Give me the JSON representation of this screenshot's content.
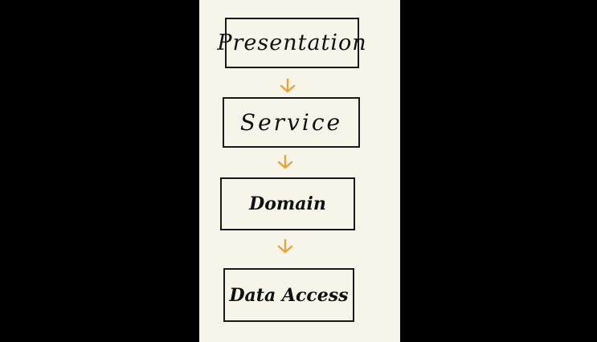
{
  "diagram": {
    "layers": [
      {
        "label": "Presentation"
      },
      {
        "label": "Service"
      },
      {
        "label": "Domain"
      },
      {
        "label": "Data Access"
      }
    ],
    "arrow_color": "#e8a43c",
    "box_border_color": "#1a1a1a",
    "paper_color": "#f7f4ea",
    "background_color": "#000000",
    "arrow_icon": "arrow-down-icon"
  }
}
